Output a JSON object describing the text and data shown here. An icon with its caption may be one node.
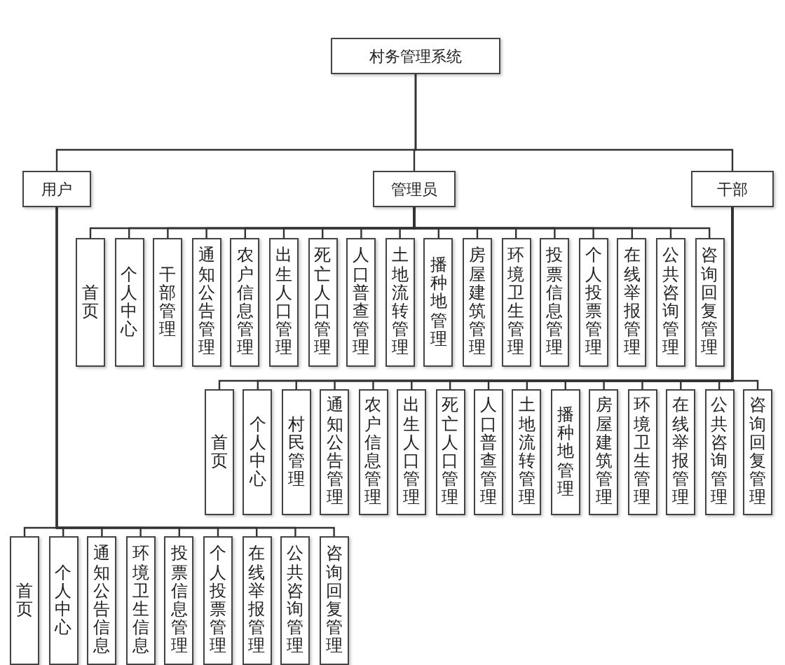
{
  "diagram": {
    "nodes": [
      {
        "text": [
          "村务管理系统"
        ]
      },
      {
        "text": [
          "用户"
        ]
      },
      {
        "text": [
          "管理员"
        ]
      },
      {
        "text": [
          "干部"
        ]
      },
      {
        "text": [
          "首页"
        ]
      },
      {
        "text": [
          "个人中心"
        ]
      },
      {
        "text": [
          "干部管理"
        ]
      },
      {
        "text": [
          "通知公告管理"
        ]
      },
      {
        "text": [
          "农户信息管理"
        ]
      },
      {
        "text": [
          "出生人口管理"
        ]
      },
      {
        "text": [
          "死亡人口管理"
        ]
      },
      {
        "text": [
          "人口普查管理"
        ]
      },
      {
        "text": [
          "土地流转管理"
        ]
      },
      {
        "text": [
          "播种地管理"
        ]
      },
      {
        "text": [
          "房屋建筑管理"
        ]
      },
      {
        "text": [
          "环境卫生管理"
        ]
      },
      {
        "text": [
          "投票信息管理"
        ]
      },
      {
        "text": [
          "个人投票管理"
        ]
      },
      {
        "text": [
          "在线举报管理"
        ]
      },
      {
        "text": [
          "公共咨询管理"
        ]
      },
      {
        "text": [
          "咨询回复管理"
        ]
      },
      {
        "text": [
          "首页"
        ]
      },
      {
        "text": [
          "个人中心"
        ]
      },
      {
        "text": [
          "村民管理"
        ]
      },
      {
        "text": [
          "通知公告管理"
        ]
      },
      {
        "text": [
          "农户信息管理"
        ]
      },
      {
        "text": [
          "出生人口管理"
        ]
      },
      {
        "text": [
          "死亡人口管理"
        ]
      },
      {
        "text": [
          "人口普查管理"
        ]
      },
      {
        "text": [
          "土地流转管理"
        ]
      },
      {
        "text": [
          "播种地管理"
        ]
      },
      {
        "text": [
          "房屋建筑管理"
        ]
      },
      {
        "text": [
          "环境卫生管理"
        ]
      },
      {
        "text": [
          "在线举报管理"
        ]
      },
      {
        "text": [
          "公共咨询管理"
        ]
      },
      {
        "text": [
          "咨询回复管理"
        ]
      },
      {
        "text": [
          "首页"
        ]
      },
      {
        "text": [
          "个人中心"
        ]
      },
      {
        "text": [
          "通知公告信息"
        ]
      },
      {
        "text": [
          "环境卫生信息"
        ]
      },
      {
        "text": [
          "投票信息管理"
        ]
      },
      {
        "text": [
          "个人投票管理"
        ]
      },
      {
        "text": [
          "在线举报管理"
        ]
      },
      {
        "text": [
          "公共咨询管理"
        ]
      },
      {
        "text": [
          "咨询回复管理"
        ]
      }
    ],
    "edges": [
      {
        "from": 0,
        "to": 1,
        "arrow": "none"
      },
      {
        "from": 0,
        "to": 2,
        "arrow": "none"
      },
      {
        "from": 0,
        "to": 3,
        "arrow": "none"
      },
      {
        "from": 2,
        "to": 4,
        "arrow": "none"
      },
      {
        "from": 2,
        "to": 5,
        "arrow": "none"
      },
      {
        "from": 2,
        "to": 6,
        "arrow": "none"
      },
      {
        "from": 2,
        "to": 7,
        "arrow": "none"
      },
      {
        "from": 2,
        "to": 8,
        "arrow": "none"
      },
      {
        "from": 2,
        "to": 9,
        "arrow": "none"
      },
      {
        "from": 2,
        "to": 10,
        "arrow": "none"
      },
      {
        "from": 2,
        "to": 11,
        "arrow": "none"
      },
      {
        "from": 2,
        "to": 12,
        "arrow": "none"
      },
      {
        "from": 2,
        "to": 13,
        "arrow": "none"
      },
      {
        "from": 2,
        "to": 14,
        "arrow": "none"
      },
      {
        "from": 2,
        "to": 15,
        "arrow": "none"
      },
      {
        "from": 2,
        "to": 16,
        "arrow": "none"
      },
      {
        "from": 2,
        "to": 17,
        "arrow": "none"
      },
      {
        "from": 2,
        "to": 18,
        "arrow": "none"
      },
      {
        "from": 2,
        "to": 19,
        "arrow": "none"
      },
      {
        "from": 2,
        "to": 20,
        "arrow": "none"
      },
      {
        "from": 3,
        "to": 21,
        "arrow": "none"
      },
      {
        "from": 3,
        "to": 22,
        "arrow": "none"
      },
      {
        "from": 3,
        "to": 23,
        "arrow": "none"
      },
      {
        "from": 3,
        "to": 24,
        "arrow": "none"
      },
      {
        "from": 3,
        "to": 25,
        "arrow": "none"
      },
      {
        "from": 3,
        "to": 26,
        "arrow": "none"
      },
      {
        "from": 3,
        "to": 27,
        "arrow": "none"
      },
      {
        "from": 3,
        "to": 28,
        "arrow": "none"
      },
      {
        "from": 3,
        "to": 29,
        "arrow": "none"
      },
      {
        "from": 3,
        "to": 30,
        "arrow": "none"
      },
      {
        "from": 3,
        "to": 31,
        "arrow": "none"
      },
      {
        "from": 3,
        "to": 32,
        "arrow": "none"
      },
      {
        "from": 3,
        "to": 33,
        "arrow": "none"
      },
      {
        "from": 3,
        "to": 34,
        "arrow": "none"
      },
      {
        "from": 3,
        "to": 35,
        "arrow": "none"
      },
      {
        "from": 1,
        "to": 36,
        "arrow": "none"
      },
      {
        "from": 1,
        "to": 37,
        "arrow": "none"
      },
      {
        "from": 1,
        "to": 38,
        "arrow": "none"
      },
      {
        "from": 1,
        "to": 39,
        "arrow": "none"
      },
      {
        "from": 1,
        "to": 40,
        "arrow": "none"
      },
      {
        "from": 1,
        "to": 41,
        "arrow": "none"
      },
      {
        "from": 1,
        "to": 42,
        "arrow": "none"
      },
      {
        "from": 1,
        "to": 43,
        "arrow": "none"
      },
      {
        "from": 1,
        "to": 44,
        "arrow": "none"
      }
    ]
  }
}
